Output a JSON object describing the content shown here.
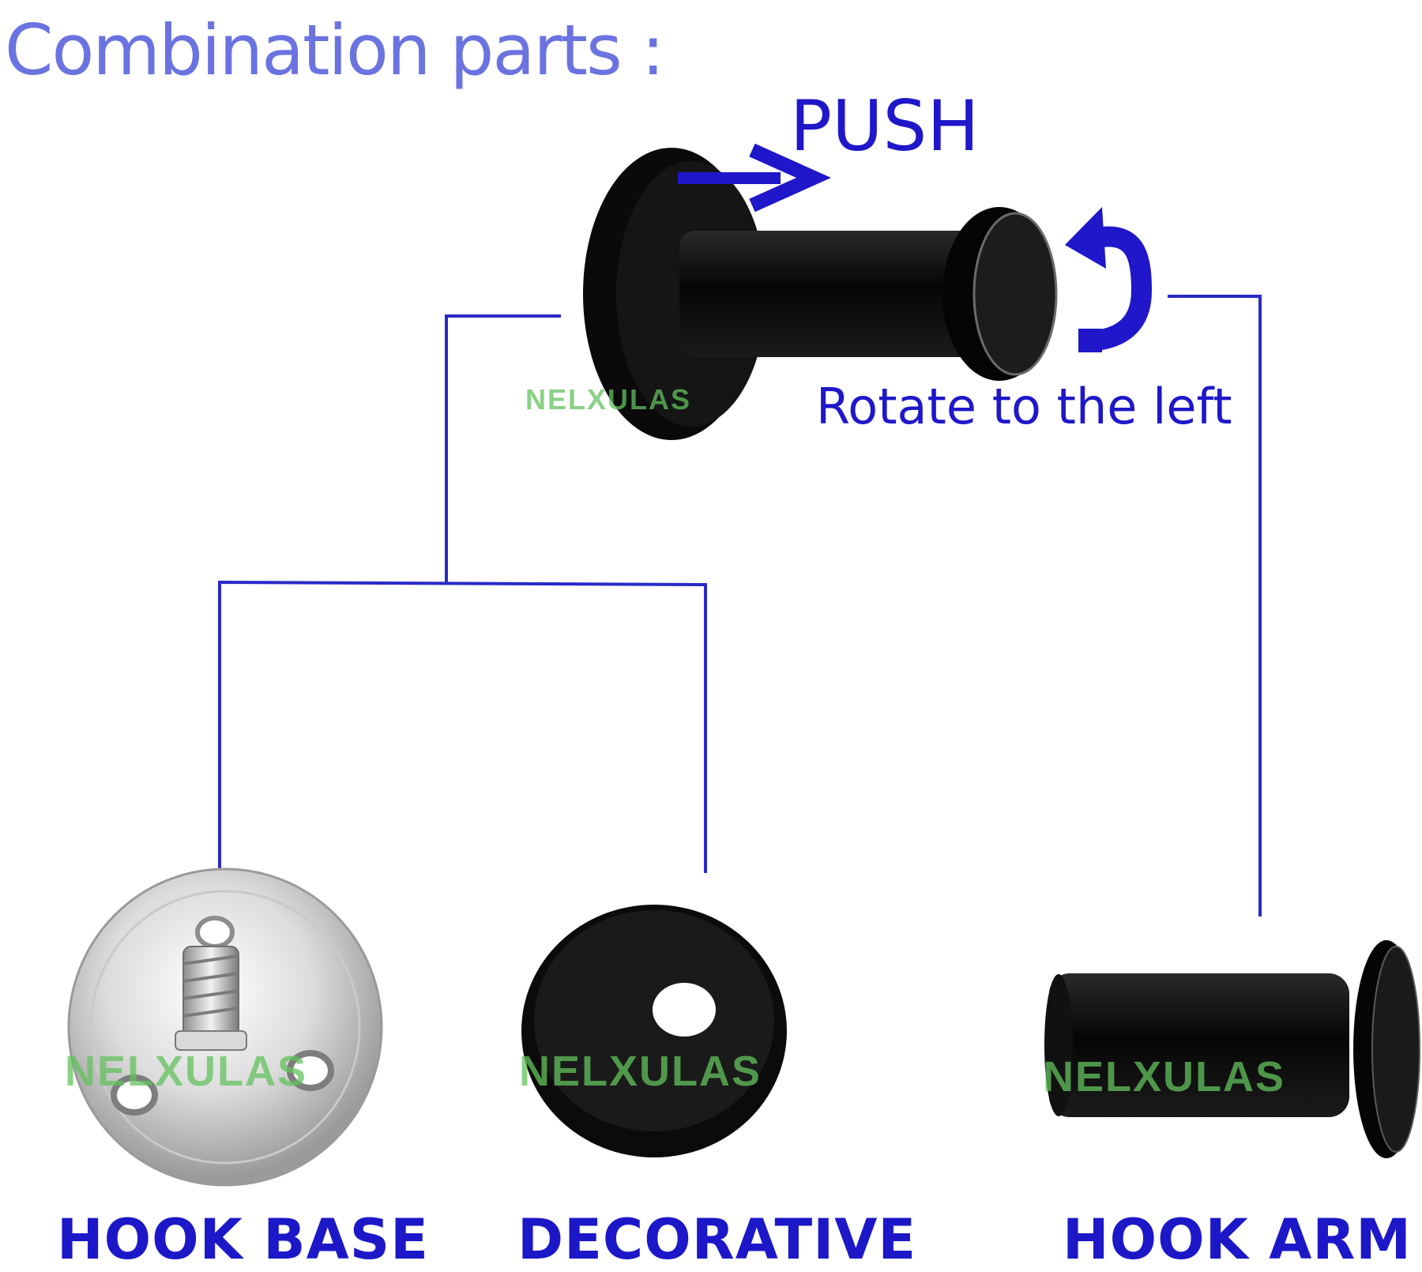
{
  "title": "Combination parts :",
  "push_label": "PUSH",
  "rotate_label": "Rotate to the left",
  "watermark": "NELXULAS",
  "parts": [
    {
      "label": "HOOK BASE"
    },
    {
      "label": "DECORATIVE"
    },
    {
      "label": "HOOK ARM"
    }
  ],
  "colors": {
    "title": "#6b73e0",
    "text_blue": "#1f17c9",
    "connector": "#2a2ac8",
    "watermark": "#63c25d"
  }
}
